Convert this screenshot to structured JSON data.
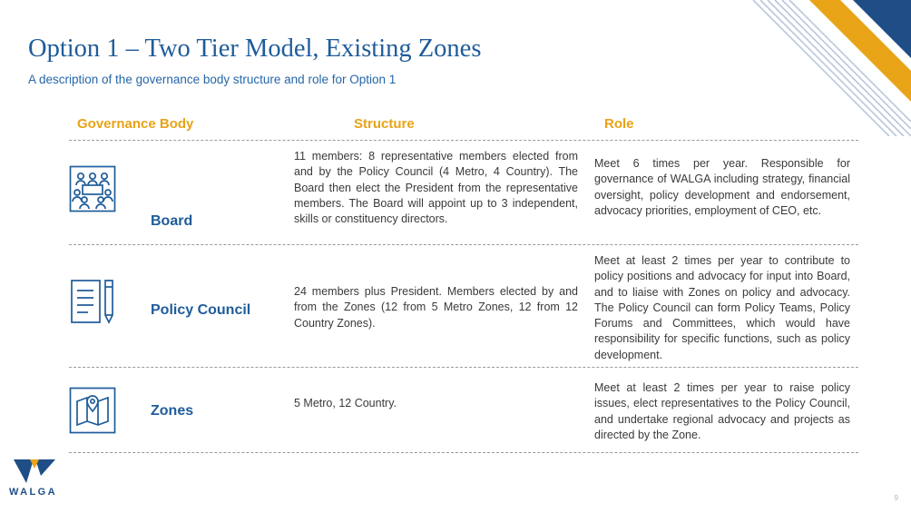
{
  "slide": {
    "title": "Option 1 – Two Tier Model, Existing Zones",
    "subtitle": "A description of the governance body structure and role for Option 1",
    "page_number": "9"
  },
  "table": {
    "headers": {
      "governance_body": "Governance Body",
      "structure": "Structure",
      "role": "Role"
    },
    "rows": [
      {
        "name": "Board",
        "icon": "meeting-board-icon",
        "structure": "11 members: 8 representative members elected from and by the Policy Council (4 Metro, 4 Country). The Board then elect the President from the representative members. The Board will appoint up to 3 independent, skills or constituency directors.",
        "role": "Meet 6 times per year. Responsible for governance of WALGA including strategy, financial oversight, policy development and endorsement, advocacy priorities, employment of CEO, etc."
      },
      {
        "name": "Policy Council",
        "icon": "document-pen-icon",
        "structure": "24 members plus President. Members elected by and from the Zones (12 from 5 Metro Zones, 12 from 12 Country Zones).",
        "role": "Meet at least 2 times per year to contribute to policy positions and advocacy for input into Board, and to liaise with Zones on policy and advocacy. The Policy Council can form Policy Teams, Policy Forums and Committees, which would have responsibility for specific functions, such as policy development."
      },
      {
        "name": "Zones",
        "icon": "map-pin-icon",
        "structure": "5 Metro, 12 Country.",
        "role": "Meet at least 2 times per year to raise policy issues, elect representatives to the Policy Council, and undertake regional advocacy and projects as directed by the Zone."
      }
    ]
  },
  "logo": {
    "wordmark": "WALGA"
  },
  "colors": {
    "title_blue": "#1f5c9a",
    "header_gold": "#e8a317",
    "navy": "#1f4e87"
  }
}
